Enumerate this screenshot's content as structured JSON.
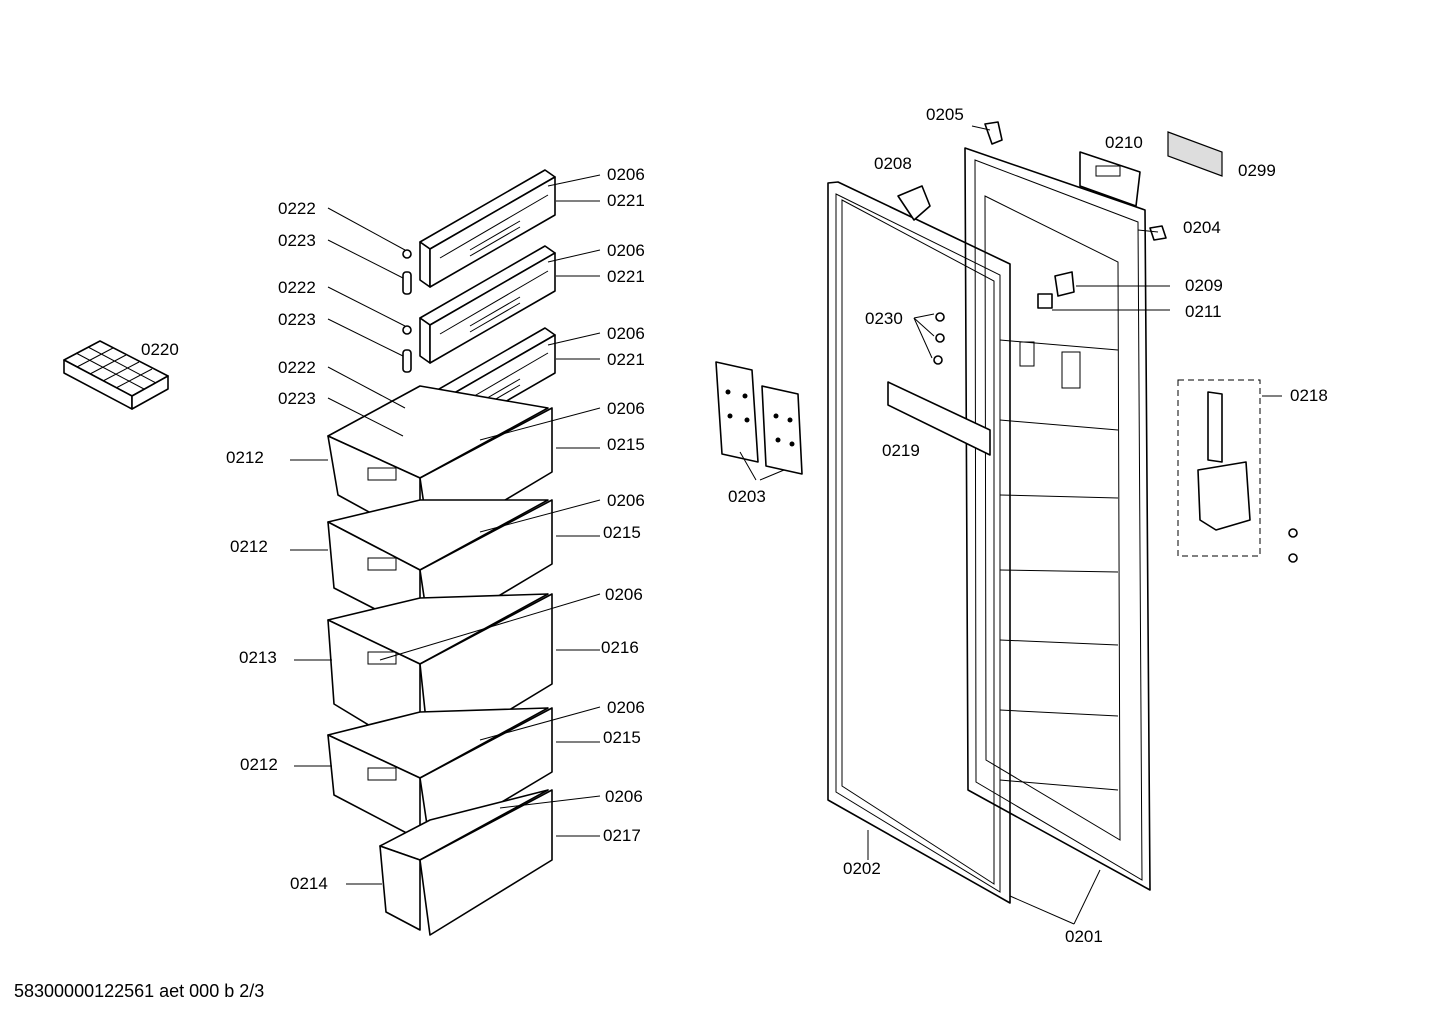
{
  "footer_text": "58300000122561 aet 000 b 2/3",
  "labels": {
    "l0222a": "0222",
    "l0223a": "0223",
    "l0222b": "0222",
    "l0223b": "0223",
    "l0222c": "0222",
    "l0223c": "0223",
    "l0206a": "0206",
    "l0221a": "0221",
    "l0206b": "0206",
    "l0221b": "0221",
    "l0206c": "0206",
    "l0221c": "0221",
    "l0206d": "0206",
    "l0215a": "0215",
    "l0206e": "0206",
    "l0215b": "0215",
    "l0206f": "0206",
    "l0216": "0216",
    "l0206g": "0206",
    "l0215c": "0215",
    "l0206h": "0206",
    "l0217": "0217",
    "l0212a": "0212",
    "l0212b": "0212",
    "l0213": "0213",
    "l0212c": "0212",
    "l0214": "0214",
    "l0220": "0220",
    "l0203": "0203",
    "l0205": "0205",
    "l0208": "0208",
    "l0210": "0210",
    "l0299": "0299",
    "l0204": "0204",
    "l0209": "0209",
    "l0211": "0211",
    "l0230": "0230",
    "l0219": "0219",
    "l0218": "0218",
    "l0202": "0202",
    "l0201": "0201"
  }
}
